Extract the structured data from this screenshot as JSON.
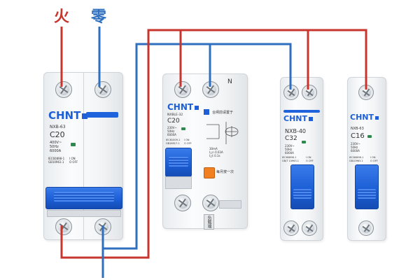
{
  "labels": {
    "live": "火",
    "neutral": "零"
  },
  "colors": {
    "live_wire": "#c8352c",
    "neutral_wire": "#2f6fbf",
    "handle_blue": "#1e63dc",
    "brand_blue": "#1e5fd8"
  },
  "breakers": [
    {
      "brand": "CHNT",
      "model": "NXB-63",
      "rating": "C20",
      "spec_lines": [
        "400V~",
        "50Hz",
        "6000A"
      ],
      "standard_lines": [
        "IEC60898-1",
        "GB10963.1"
      ],
      "on_off": [
        "I ON",
        "O OFF"
      ]
    },
    {
      "brand": "CHNT",
      "model": "NXBLE-32",
      "rating": "C20",
      "spec_lines": [
        "230V~",
        "50Hz",
        "6000A"
      ],
      "standard_lines": [
        "IEC61009-1",
        "GB16917.1"
      ],
      "on_off": [
        "I ON",
        "O OFF"
      ],
      "neutral_mark": "N",
      "notice_1": "合闸前请置于",
      "notice_2": "每月按一次",
      "rcd_spec": [
        "30mA",
        "I△n 0.03A",
        "I△t 0.1s"
      ],
      "tag": "负载端"
    },
    {
      "brand": "CHNT",
      "model": "NXB-40",
      "rating": "C32",
      "spec_lines": [
        "230V~",
        "50Hz",
        "6000A"
      ],
      "standard_lines": [
        "IEC60898-1",
        "GB/T 10963.1"
      ],
      "on_off": [
        "I ON",
        "O OFF"
      ]
    },
    {
      "brand": "CHNT",
      "model": "NXB-63",
      "rating": "C16",
      "spec_lines": [
        "230V~",
        "50Hz",
        "6000A"
      ],
      "standard_lines": [
        "IEC60898-1",
        "GB10963.1"
      ],
      "on_off": [
        "I ON",
        "O OFF"
      ]
    }
  ]
}
